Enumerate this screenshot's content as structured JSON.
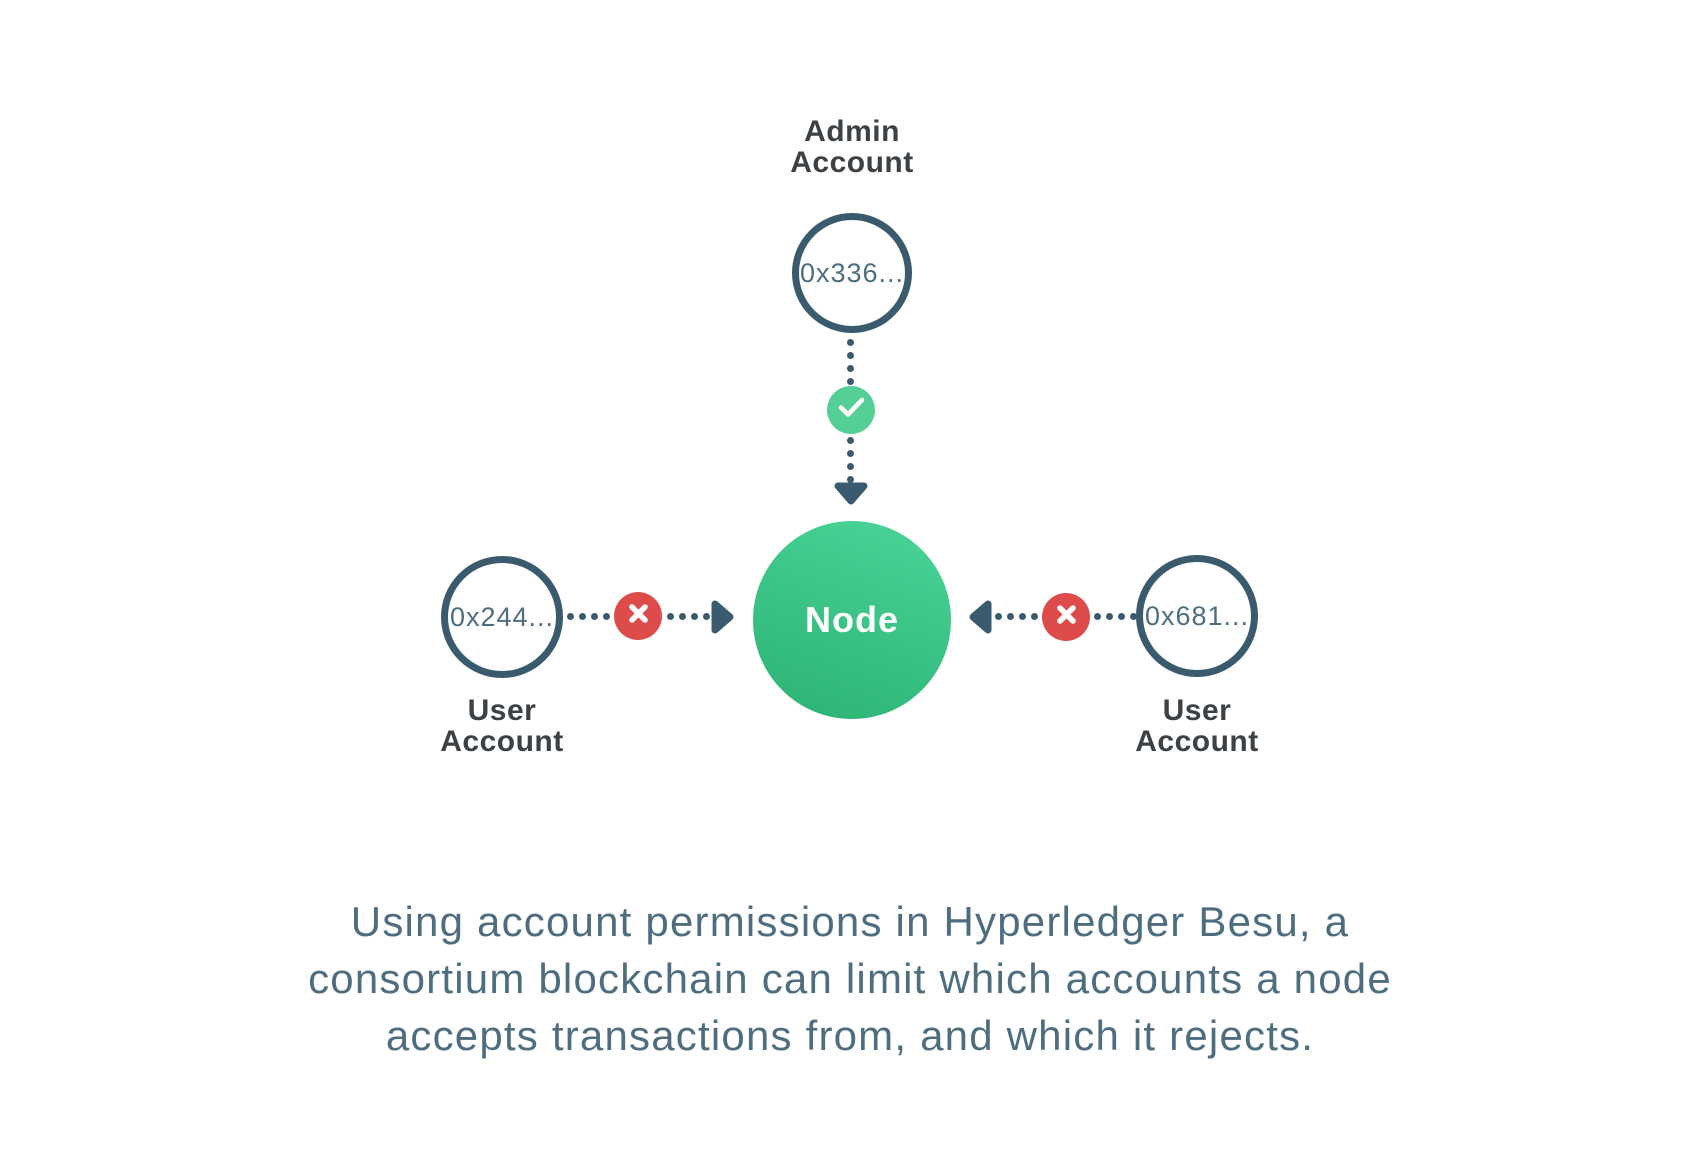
{
  "diagram": {
    "node": {
      "label": "Node"
    },
    "admin_account": {
      "name_line1": "Admin",
      "name_line2": "Account",
      "address": "0x336...",
      "permission": "allowed"
    },
    "user_account_left": {
      "name_line1": "User",
      "name_line2": "Account",
      "address": "0x244...",
      "permission": "rejected"
    },
    "user_account_right": {
      "name_line1": "User",
      "name_line2": "Account",
      "address": "0x681...",
      "permission": "rejected"
    }
  },
  "caption": {
    "lines": [
      "Using account permissions in Hyperledger Besu, a",
      "consortium blockchain can limit which accounts a node",
      "accepts transactions from, and which it rejects."
    ]
  },
  "colors": {
    "slate": "#395b6d",
    "label-dark": "#3b4144",
    "address": "#4c6e7f",
    "caption": "#4e6e80",
    "green-light": "#48d295",
    "green-dark": "#2db475",
    "badge-green": "#54d096",
    "badge-red": "#dd4c4b",
    "bg": "#ffffff"
  }
}
